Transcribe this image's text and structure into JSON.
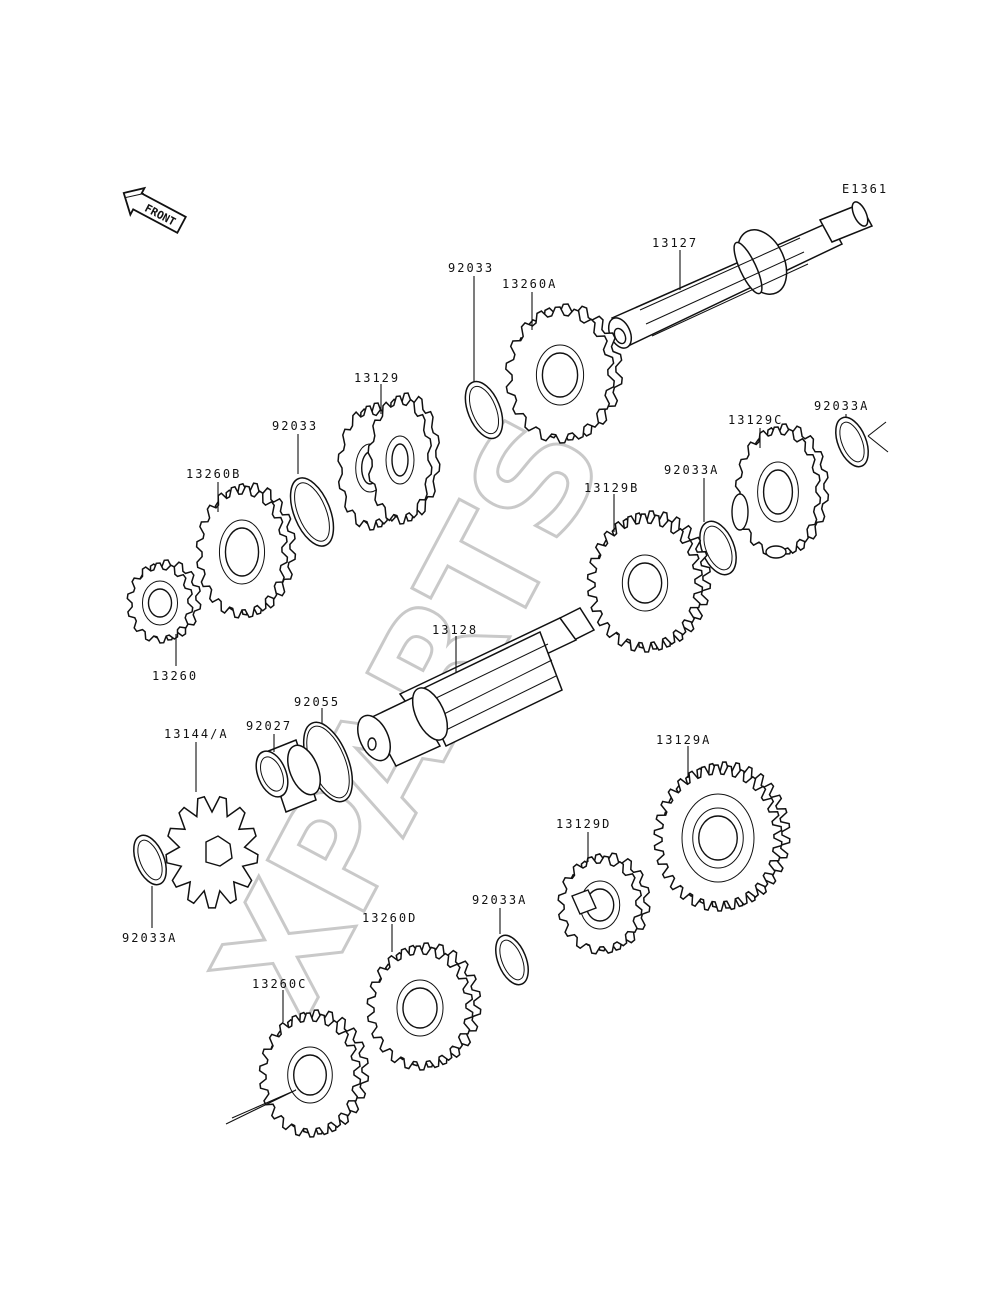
{
  "diagram_code": "E1361",
  "front_label": "FRONT",
  "watermark": "XPARTS",
  "labels": {
    "p13127": "13127",
    "p13260A": "13260A",
    "p92033_top": "92033",
    "p13129": "13129",
    "p92033_mid": "92033",
    "p13260B": "13260B",
    "p13260": "13260",
    "p13129C": "13129C",
    "p92033A_right": "92033A",
    "p92033A_mid": "92033A",
    "p13129B": "13129B",
    "p13128": "13128",
    "p92055": "92055",
    "p92027": "92027",
    "p13144A": "13144/A",
    "p92033A_left": "92033A",
    "p13129A": "13129A",
    "p13129D": "13129D",
    "p92033A_low": "92033A",
    "p13260D": "13260D",
    "p13260C": "13260C"
  }
}
